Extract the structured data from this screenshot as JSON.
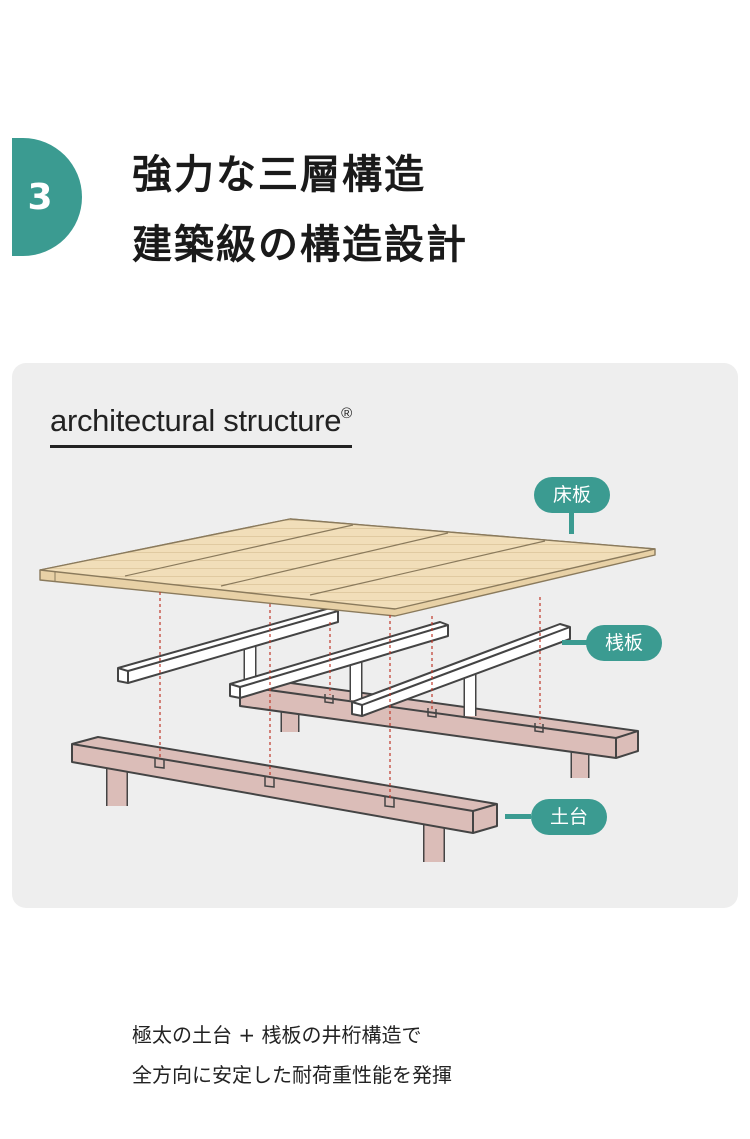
{
  "step": {
    "number": "3"
  },
  "headline": {
    "line1": "強力な三層構造",
    "line2": "建築級の構造設計"
  },
  "diagram": {
    "title": "architectural structure",
    "title_mark": "®",
    "labels": {
      "floor": "床板",
      "joist": "桟板",
      "base": "土台"
    }
  },
  "caption": {
    "line1": "極太の土台 + 桟板の井桁構造で",
    "line2": "全方向に安定した耐荷重性能を発揮"
  },
  "colors": {
    "accent": "#3b9b91",
    "floor_wood": "#f1deb9",
    "joist_white": "#ffffff",
    "base_pink": "#dbbdb8",
    "guide_line": "#c0392b",
    "panel_bg": "#eeeeee"
  }
}
